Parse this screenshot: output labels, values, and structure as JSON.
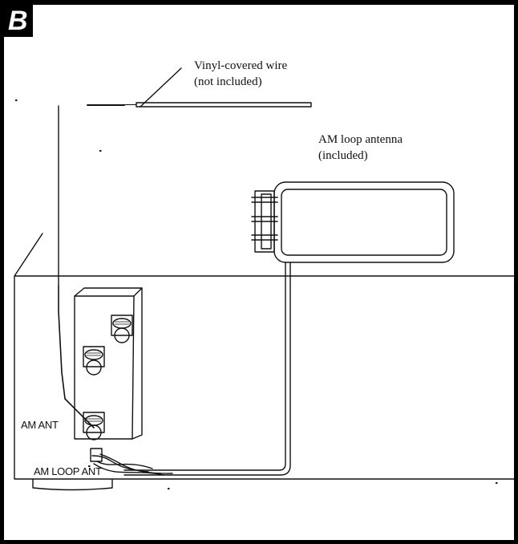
{
  "panel_letter": "B",
  "labels": {
    "vinyl_wire": [
      "Vinyl-covered wire",
      "(not included)"
    ],
    "loop_antenna": [
      "AM loop antenna",
      "(included)"
    ],
    "am_ant": "AM ANT",
    "am_loop_ant": "AM LOOP ANT"
  },
  "colors": {
    "ink": "#111111",
    "frame": "#000000",
    "background": "#ffffff"
  }
}
